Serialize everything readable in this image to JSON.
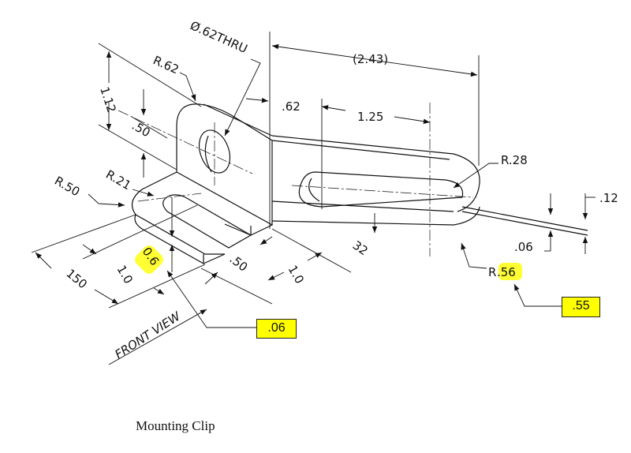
{
  "drawing": {
    "title": "Mounting Clip",
    "view_label": "FRONT VIEW",
    "dimensions": {
      "hole": "Ø.62THRU",
      "overall_length": "(2.43)",
      "tab_radius": "R.62",
      "tab_height": "1.12",
      "hole_height": ".50",
      "hole_offset": ".62",
      "slot_length": "1.25",
      "slot_radius": "R.28",
      "thickness": ".12",
      "base_radius": "R.50",
      "small_slot_radius": "R.21",
      "small_slot_width": "0.6",
      "small_slot_depth": ".50",
      "length_32": "32",
      "width_1_0_right": "1.0",
      "width_1_0_left": "1.0",
      "width_150": "150",
      "gap": ".06",
      "end_radius_prefix": "R",
      "end_radius_value": ".56"
    },
    "callouts": {
      "left_box": ".06",
      "right_box": ".55"
    },
    "highlight_color": "#ffff00"
  }
}
